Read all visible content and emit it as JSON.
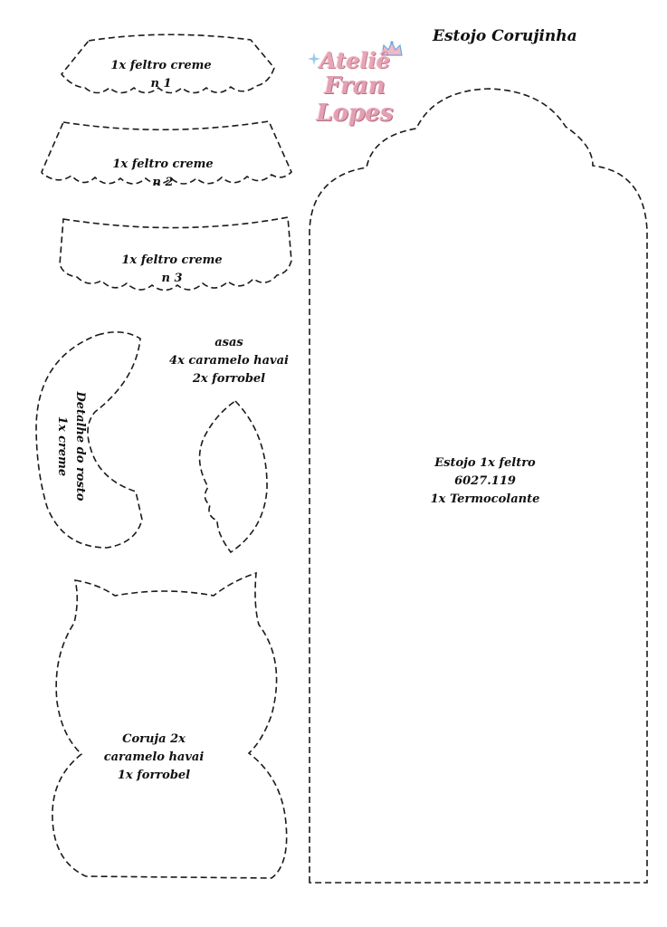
{
  "title": "Estojo Corujinha",
  "logo": {
    "line1": "Ateliê",
    "line2": "Fran Lopes",
    "colors": {
      "pink": "#e3a0b3",
      "dark_pink": "#b76d83",
      "crown_blue": "#6aa8d8"
    }
  },
  "pieces": {
    "collar1": {
      "line1": "1x feltro creme",
      "line2": "n 1"
    },
    "collar2": {
      "line1": "1x feltro creme",
      "line2": "n 2"
    },
    "collar3": {
      "line1": "1x feltro creme",
      "line2": "n 3"
    },
    "face_detail": {
      "line1": "Detalhe do rosto",
      "line2": "1x creme"
    },
    "wings": {
      "line1": "asas",
      "line2": "4x caramelo havai",
      "line3": "2x forrobel"
    },
    "owl": {
      "line1": "Coruja 2x",
      "line2": "caramelo havai",
      "line3": "1x forrobel"
    },
    "case": {
      "line1": "Estojo 1x feltro",
      "line2": "6027.119",
      "line3": "1x Termocolante"
    }
  },
  "style": {
    "line_color": "#1a1a1a",
    "background": "#ffffff"
  }
}
